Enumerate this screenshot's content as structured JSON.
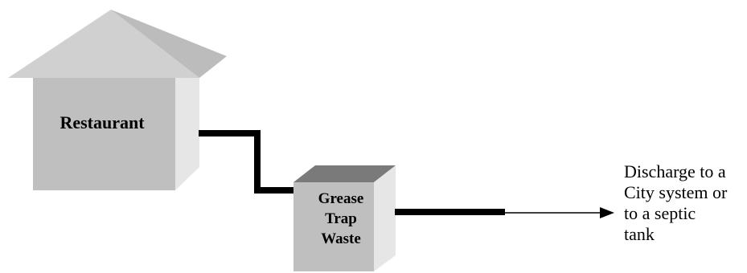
{
  "diagram": {
    "restaurant": {
      "label": "Restaurant"
    },
    "grease_trap": {
      "lines": [
        "Grease",
        "Trap",
        "Waste"
      ]
    },
    "discharge": {
      "lines": [
        "Discharge to a",
        "City system or",
        "to a septic",
        "tank"
      ]
    },
    "colors": {
      "front_face": "#bfbfbf",
      "roof_light": "#d0d0d0",
      "roof_dark": "#bcbcbc",
      "side_face": "#e6e6e6",
      "trap_top": "#7a7a7a",
      "pipe": "#000000"
    }
  }
}
